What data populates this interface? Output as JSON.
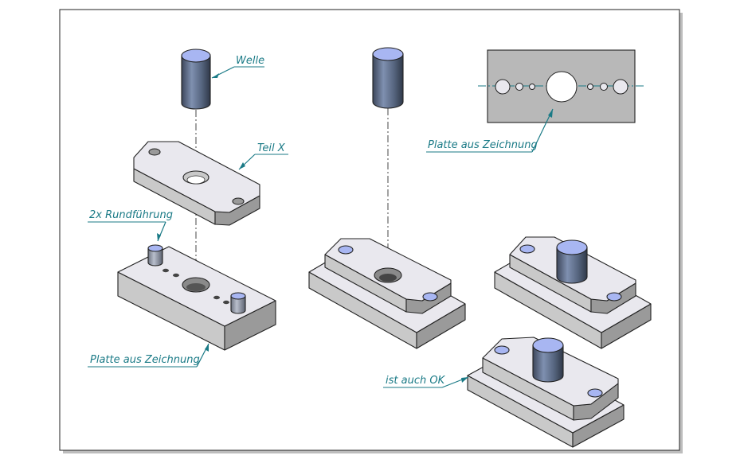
{
  "labels": {
    "welle": "Welle",
    "teil_x": "Teil X",
    "rundfuehrung": "2x Rundführung",
    "platte_left": "Platte aus Zeichnung",
    "platte_right": "Platte aus Zeichnung",
    "ok": "ist auch OK"
  },
  "colors": {
    "label": "#1a7a86",
    "plate_top": "#e9e8ee",
    "plate_side": "#9a9a9a",
    "plate_front": "#c9c9c9",
    "cylinder_top": "#a8b6f2",
    "cylinder_body": "#5e6d88",
    "drawing_plate": "#b8b8b8"
  }
}
